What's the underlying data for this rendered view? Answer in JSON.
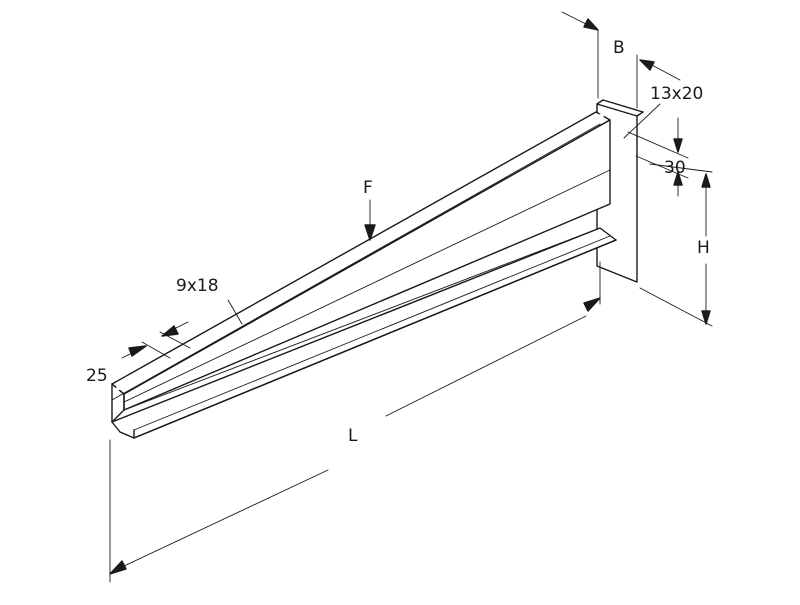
{
  "dimensions": {
    "B": "B",
    "slot_mount": "13x20",
    "slot_height": "30",
    "H": "H",
    "F": "F",
    "slot_rail": "9x18",
    "edge": "25",
    "L": "L"
  },
  "colors": {
    "line": "#1a1a1a",
    "background": "#ffffff"
  }
}
